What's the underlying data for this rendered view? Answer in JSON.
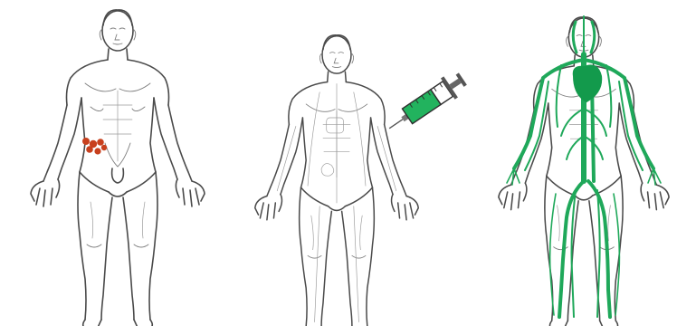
{
  "figures": [
    {
      "id": "figure-tumor",
      "marker": "tumor-cluster-icon"
    },
    {
      "id": "figure-injection",
      "marker": "syringe-icon"
    },
    {
      "id": "figure-circulation",
      "marker": "vascular-system-icon"
    }
  ],
  "colors": {
    "outline": "#4a4a4a",
    "tumor": "#c8401e",
    "accent_green": "#1aa55a",
    "syringe_body": "#22b35e",
    "vessel_green": "#1fa85a",
    "heart_green": "#139a4c"
  }
}
